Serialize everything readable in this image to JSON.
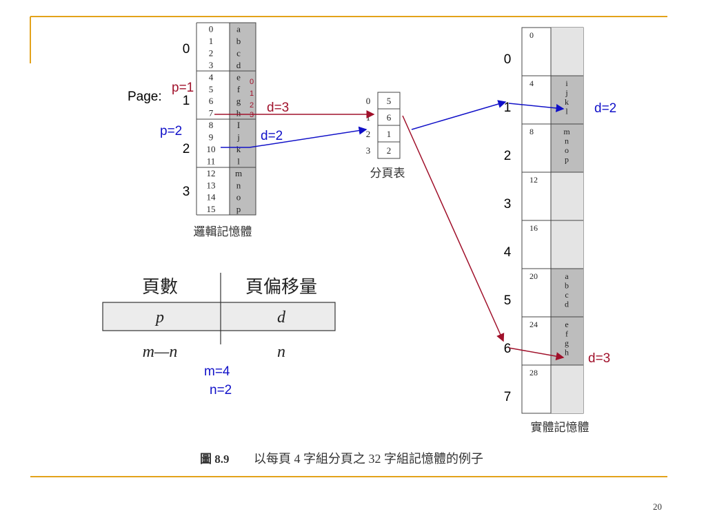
{
  "slide": {
    "page_number": "20",
    "accent_color": "#e3a21a",
    "annot_red": "#a0102a",
    "annot_blue": "#1010c8"
  },
  "logical_memory": {
    "caption": "邏輯記憶體",
    "addresses": [
      "0",
      "1",
      "2",
      "3",
      "4",
      "5",
      "6",
      "7",
      "8",
      "9",
      "10",
      "11",
      "12",
      "13",
      "14",
      "15"
    ],
    "letters": [
      "a",
      "b",
      "c",
      "d",
      "e",
      "f",
      "g",
      "h",
      "I",
      "j",
      "k",
      "l",
      "m",
      "n",
      "o",
      "p"
    ],
    "page_labels": [
      "0",
      "1",
      "2",
      "3"
    ],
    "page_text": "Page:",
    "p1_label": "p=1",
    "p2_label": "p=2",
    "offset_digits": [
      "0",
      "1",
      "2",
      "3"
    ],
    "d3_label": "d=3",
    "d2_label": "d=2"
  },
  "page_table": {
    "caption": "分頁表",
    "indices": [
      "0",
      "1",
      "2",
      "3"
    ],
    "frames": [
      "5",
      "6",
      "1",
      "2"
    ]
  },
  "physical_memory": {
    "caption": "實體記憶體",
    "frame_labels": [
      "0",
      "1",
      "2",
      "3",
      "4",
      "5",
      "6",
      "7"
    ],
    "base_addresses": [
      "0",
      "4",
      "8",
      "12",
      "16",
      "20",
      "24",
      "28"
    ],
    "frame_letters": [
      [],
      [
        "i",
        "j",
        "k",
        "l"
      ],
      [
        "m",
        "n",
        "o",
        "p"
      ],
      [],
      [],
      [
        "a",
        "b",
        "c",
        "d"
      ],
      [
        "e",
        "f",
        "g",
        "h"
      ],
      []
    ],
    "d2_label": "d=2",
    "d3_label": "d=3"
  },
  "address_format": {
    "col1_header": "頁數",
    "col2_header": "頁偏移量",
    "col1_symbol": "p",
    "col2_symbol": "d",
    "col1_bits": "m—n",
    "col2_bits": "n",
    "m_value": "m=4",
    "n_value": "n=2"
  },
  "figure_caption": {
    "label": "圖 8.9",
    "text": "以每頁 4 字組分頁之 32 字組記憶體的例子"
  }
}
